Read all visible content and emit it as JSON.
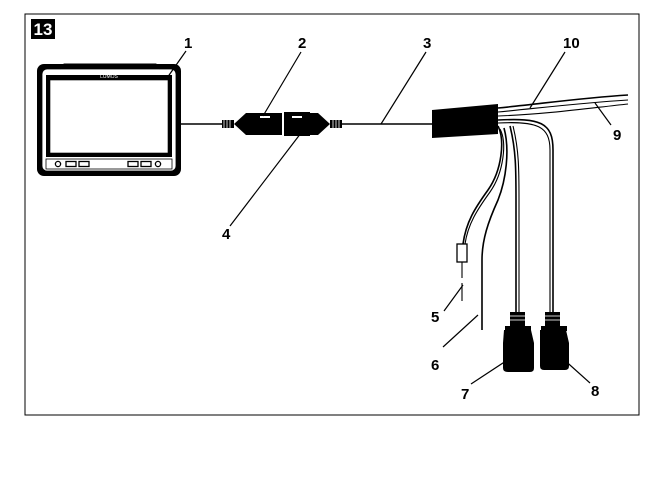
{
  "figure": {
    "number": "13",
    "monitor_brand": "LUMOS"
  },
  "callouts": [
    {
      "id": "1",
      "label": "1"
    },
    {
      "id": "2",
      "label": "2"
    },
    {
      "id": "3",
      "label": "3"
    },
    {
      "id": "4",
      "label": "4"
    },
    {
      "id": "5",
      "label": "5"
    },
    {
      "id": "6",
      "label": "6"
    },
    {
      "id": "7",
      "label": "7"
    },
    {
      "id": "8",
      "label": "8"
    },
    {
      "id": "9",
      "label": "9"
    },
    {
      "id": "10",
      "label": "10"
    }
  ],
  "colors": {
    "ink": "#000000",
    "paper": "#ffffff"
  }
}
